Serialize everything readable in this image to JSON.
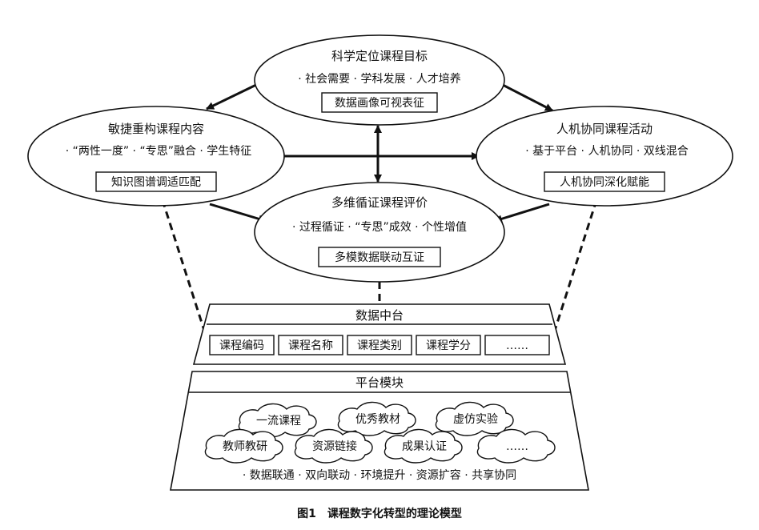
{
  "nodes": {
    "top": {
      "title": "科学定位课程目标",
      "items": "· 社会需要   · 学科发展   · 人才培养",
      "box": "数据画像可视表征"
    },
    "left": {
      "title": "敏捷重构课程内容",
      "items": "· “两性一度” · “专思”融合 · 学生特征",
      "box": "知识图谱调适匹配"
    },
    "right": {
      "title": "人机协同课程活动",
      "items": "· 基于平台   · 人机协同   · 双线混合",
      "box": "人机协同深化赋能"
    },
    "bottom": {
      "title": "多维循证课程评价",
      "items": "· 过程循证 · “专思”成效 · 个性增值",
      "box": "多模数据联动互证"
    }
  },
  "data_platform": {
    "title": "数据中台",
    "items": [
      "课程编码",
      "课程名称",
      "课程类别",
      "课程学分",
      "……"
    ]
  },
  "platform_module": {
    "title": "平台模块",
    "clouds_row1": [
      "一流课程",
      "优秀教材",
      "虚仿实验"
    ],
    "clouds_row2": [
      "教师教研",
      "资源链接",
      "成果认证",
      "……"
    ],
    "features": "· 数据联通  · 双向联动  · 环境提升  · 资源扩容  · 共享协同"
  },
  "caption": "图1　课程数字化转型的理论模型"
}
